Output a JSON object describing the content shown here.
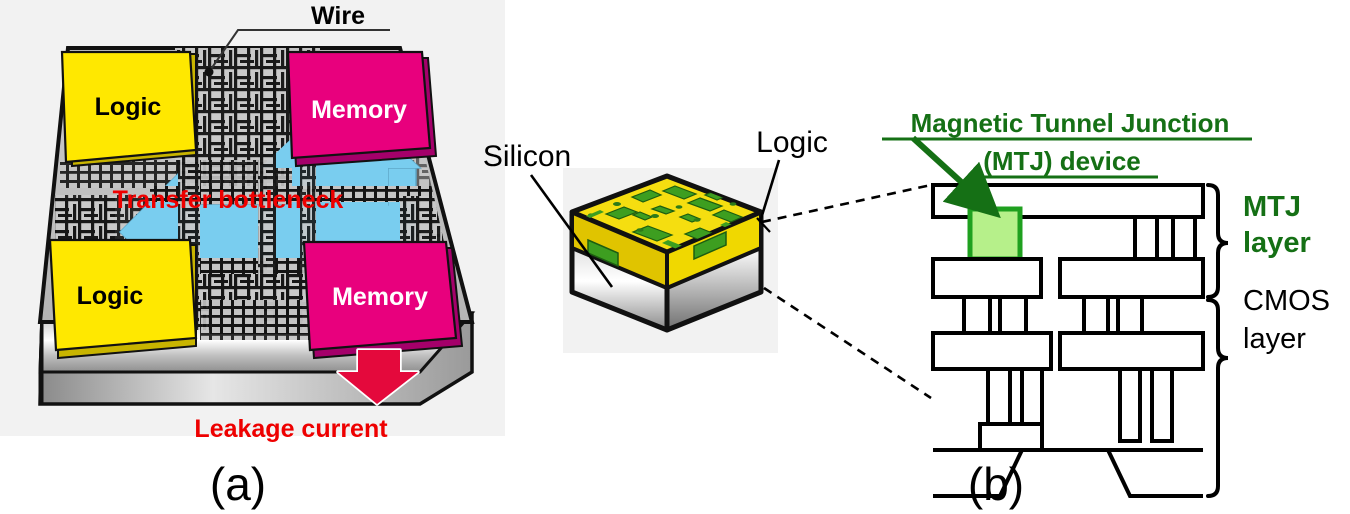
{
  "figure": {
    "panels": [
      {
        "id": "a",
        "caption": "(a)",
        "title": "Conventional logic-in-memory chip cross-section",
        "background_color": "#f2f2f2",
        "annotations": [
          {
            "name": "wire",
            "text": "Wire",
            "color": "#000000",
            "style": "bold",
            "underline": true
          },
          {
            "name": "transfer-bottleneck",
            "text": "Transfer bottleneck",
            "color": "#ee0000",
            "style": "bold"
          },
          {
            "name": "leakage-current",
            "text": "Leakage current",
            "color": "#ee0000",
            "style": "bold"
          }
        ],
        "blocks": [
          {
            "name": "logic-top-left",
            "label": "Logic",
            "fill": "#ffe800",
            "side": "#c8b400",
            "text_color": "#000000"
          },
          {
            "name": "memory-top-right",
            "label": "Memory",
            "fill": "#e8007d",
            "side": "#a4006a",
            "text_color": "#ffffff"
          },
          {
            "name": "logic-bottom-left",
            "label": "Logic",
            "fill": "#ffe800",
            "side": "#c8b400",
            "text_color": "#000000"
          },
          {
            "name": "memory-bottom-right",
            "label": "Memory",
            "fill": "#e8007d",
            "side": "#a4006a",
            "text_color": "#ffffff"
          }
        ],
        "arrows": [
          {
            "name": "transfer-arrow",
            "color": "#79cdef",
            "direction": "bidirectional",
            "shape": "z-shaped"
          },
          {
            "name": "leakage-arrow",
            "color": "#e4093c",
            "direction": "down"
          }
        ],
        "substrate": {
          "name": "silicon-substrate",
          "fill": "silver-gradient"
        },
        "interconnect": {
          "name": "wire-mesh",
          "color": "#1a1a1a"
        }
      },
      {
        "id": "b",
        "caption": "(b)",
        "title": "MTJ / CMOS stacked chip cross-section",
        "background_color": "#ffffff",
        "annotations": [
          {
            "name": "silicon-label",
            "text": "Silicon",
            "color": "#000000",
            "style": "regular"
          },
          {
            "name": "logic-label",
            "text": "Logic",
            "color": "#000000",
            "style": "regular"
          },
          {
            "name": "mtj-device-label-line1",
            "text": "Magnetic Tunnel Junction",
            "color": "#157015",
            "style": "bold",
            "underline": true
          },
          {
            "name": "mtj-device-label-line2",
            "text": "(MTJ) device",
            "color": "#157015",
            "style": "bold",
            "underline": true
          },
          {
            "name": "mtj-layer-label-line1",
            "text": "MTJ",
            "color": "#157015",
            "style": "bold"
          },
          {
            "name": "mtj-layer-label-line2",
            "text": "layer",
            "color": "#157015",
            "style": "bold"
          },
          {
            "name": "cmos-layer-label-line1",
            "text": "CMOS",
            "color": "#000000",
            "style": "regular"
          },
          {
            "name": "cmos-layer-label-line2",
            "text": "layer",
            "color": "#000000",
            "style": "regular"
          }
        ],
        "chip": {
          "name": "chip-3d-model",
          "top_face_fill": "#f0d800",
          "top_face_blocks_fill": "#3d9e20",
          "substrate_fill": "silver-gradient",
          "outline": "#111111"
        },
        "cross_section": {
          "name": "mtj-cmos-cross-section",
          "mtj_cell": {
            "name": "mtj-cell",
            "fill": "#b6f08a",
            "stroke": "#1fa01f"
          },
          "metal_fill": "#ffffff",
          "metal_stroke": "#000000",
          "brackets": [
            "MTJ layer",
            "CMOS layer"
          ]
        }
      }
    ]
  }
}
